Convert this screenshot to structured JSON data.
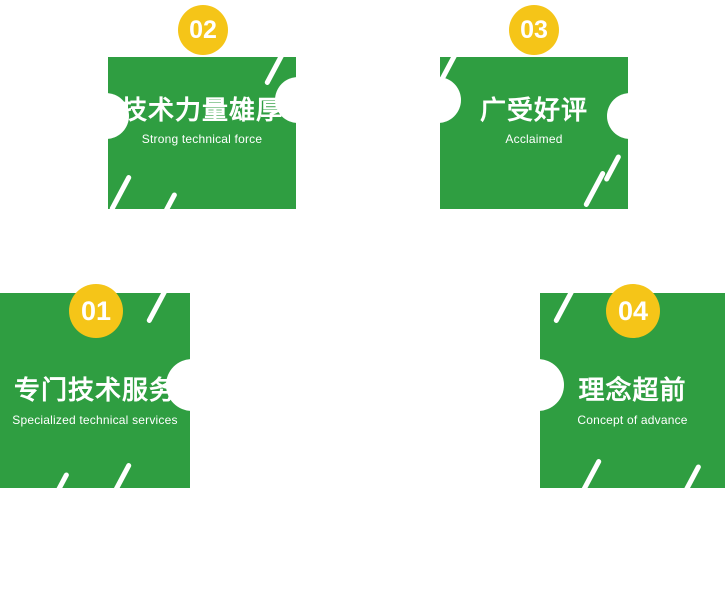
{
  "colors": {
    "green": "#2f9e41",
    "yellow": "#f5c518",
    "text": "#ffffff"
  },
  "items": [
    {
      "number": "01",
      "title": "专门技术服务",
      "subtitle": "Specialized technical services"
    },
    {
      "number": "02",
      "title": "技术力量雄厚",
      "subtitle": "Strong technical force"
    },
    {
      "number": "03",
      "title": "广受好评",
      "subtitle": "Acclaimed"
    },
    {
      "number": "04",
      "title": "理念超前",
      "subtitle": "Concept of advance"
    }
  ]
}
